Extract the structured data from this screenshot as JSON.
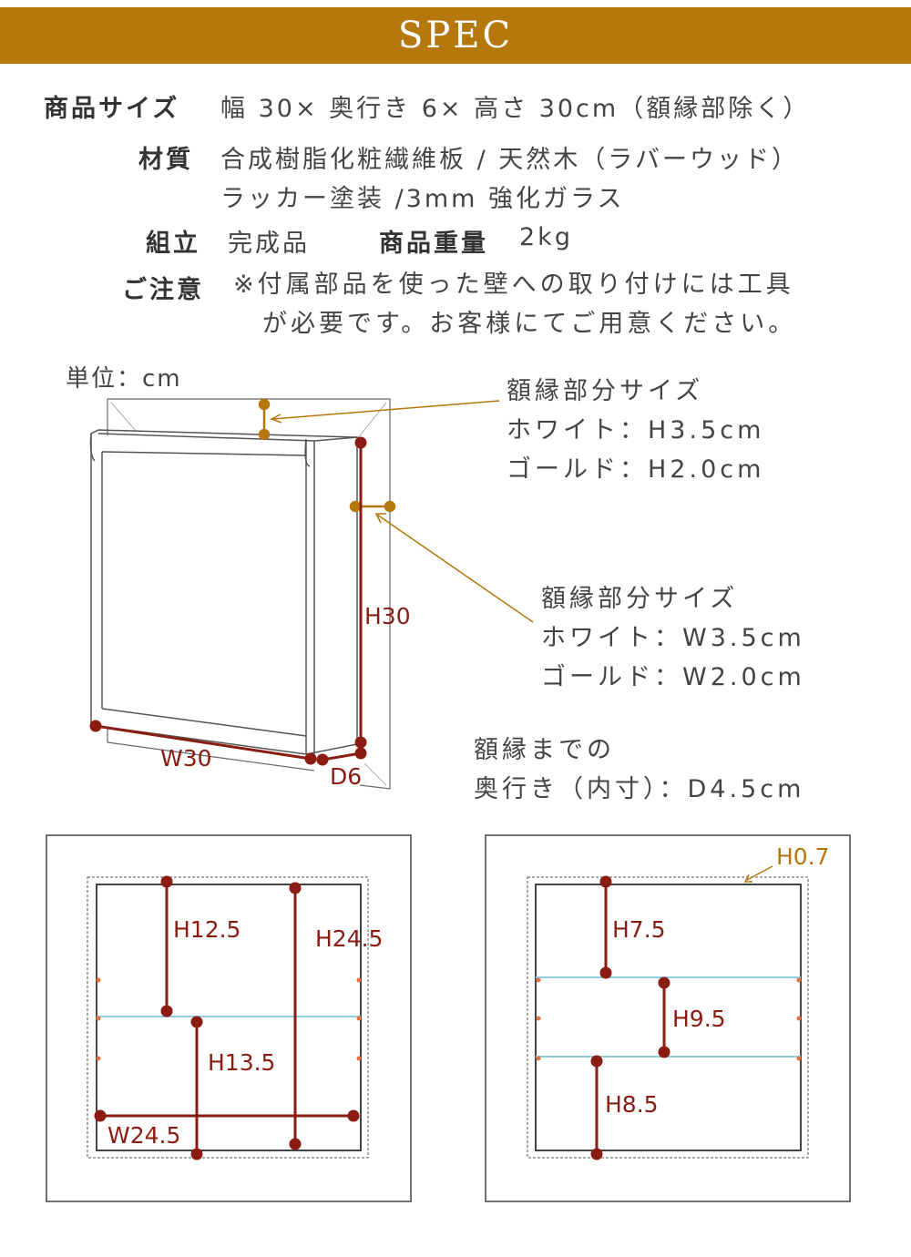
{
  "banner": {
    "title": "SPEC"
  },
  "spec": {
    "size_label": "商品サイズ",
    "size_value": "幅 30× 奥行き 6× 高さ 30cm（額縁部除く）",
    "material_label": "材質",
    "material_line1": "合成樹脂化粧繊維板 / 天然木（ラバーウッド）",
    "material_line2": "ラッカー塗装 /3mm 強化ガラス",
    "assembly_label": "組立",
    "assembly_value": "完成品",
    "weight_label": "商品重量",
    "weight_value": "2kg",
    "caution_label": "ご注意",
    "caution_line1": "※付属部品を使った壁への取り付けには工具",
    "caution_line2": "が必要です。お客様にてご用意ください。"
  },
  "diagram": {
    "unit": "単位：cm",
    "frame_h_title": "額縁部分サイズ",
    "frame_h_white": "ホワイト：H3.5cm",
    "frame_h_gold": "ゴールド：H2.0cm",
    "frame_w_title": "額縁部分サイズ",
    "frame_w_white": "ホワイト：W3.5cm",
    "frame_w_gold": "ゴールド：W2.0cm",
    "depth_line1": "額縁までの",
    "depth_line2": "奥行き（内寸）：D4.5cm",
    "dims": {
      "h30": "H30",
      "w30": "W30",
      "d6": "D6"
    }
  },
  "left_panel": {
    "h125": "H12.5",
    "h245": "H24.5",
    "h135": "H13.5",
    "w245": "W24.5"
  },
  "right_panel": {
    "h07": "H0.7",
    "h75": "H7.5",
    "h95": "H9.5",
    "h85": "H8.5"
  },
  "colors": {
    "banner": "#b5780c",
    "dimension": "#8a1c12",
    "gold": "#b5780c",
    "shelf": "#8fcde0"
  }
}
